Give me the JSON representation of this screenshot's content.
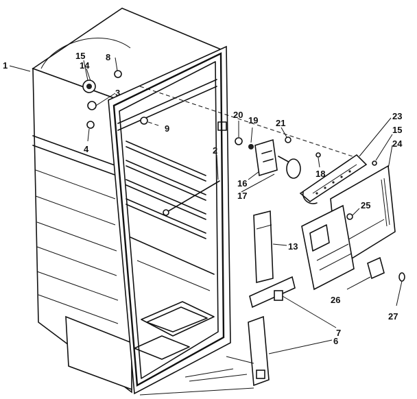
{
  "callouts": {
    "c1": "1",
    "c2": "2",
    "c3": "3",
    "c4": "4",
    "c6": "6",
    "c7": "7",
    "c8": "8",
    "c9": "9",
    "c13": "13",
    "c14": "14",
    "c15a": "15",
    "c15b": "15",
    "c16": "16",
    "c17": "17",
    "c18": "18",
    "c19": "19",
    "c20": "20",
    "c21": "21",
    "c23": "23",
    "c24": "24",
    "c25": "25",
    "c26": "26",
    "c27": "27"
  }
}
